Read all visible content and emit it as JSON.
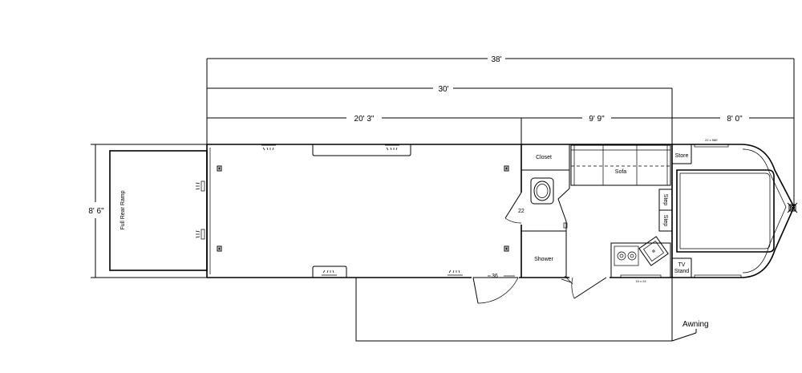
{
  "dimensions": {
    "overall_length": "38'",
    "body_length": "30'",
    "garage_length": "20' 3\"",
    "living_length": "9' 9\"",
    "gooseneck_length": "8' 0\"",
    "width": "8' 6\""
  },
  "rooms": {
    "closet": "Closet",
    "sofa": "Sofa",
    "store": "Store",
    "shower": "Shower",
    "tv_stand": "TV\nStand",
    "step": "Step",
    "ramp": "Full Rear Ramp"
  },
  "annotations": {
    "awning": "Awning",
    "door_36": "36",
    "door_22": "22",
    "window_gooseneck": "22 x 58E",
    "window_galley": "15 x 24"
  }
}
